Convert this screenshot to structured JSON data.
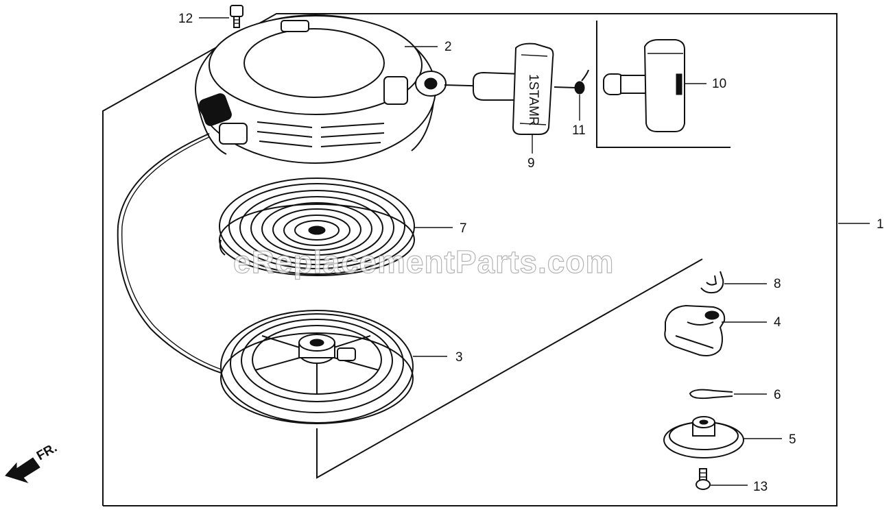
{
  "callouts": {
    "c1": "1",
    "c2": "2",
    "c3": "3",
    "c4": "4",
    "c5": "5",
    "c6": "6",
    "c7": "7",
    "c8": "8",
    "c9": "9",
    "c10": "10",
    "c11": "11",
    "c12": "12",
    "c13": "13"
  },
  "watermark": "eReplacementParts.com",
  "front_marker": "FR.",
  "handle_marking": "1STAMR"
}
